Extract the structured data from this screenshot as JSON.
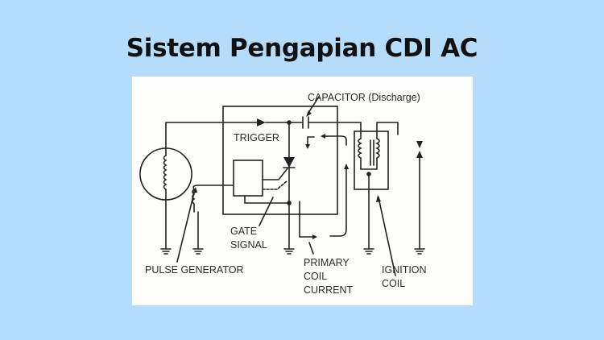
{
  "title": "Sistem Pengapian CDI AC",
  "diagram": {
    "labels": {
      "capacitor": "CAPACITOR (Discharge)",
      "trigger": "TRIGGER",
      "gate_line1": "GATE",
      "gate_line2": "SIGNAL",
      "pulse_generator": "PULSE GENERATOR",
      "primary_line1": "PRIMARY",
      "primary_line2": "COIL",
      "primary_line3": "CURRENT",
      "ignition_line1": "IGNITION",
      "ignition_line2": "COIL"
    },
    "components": [
      "alternator-coil",
      "pulse-generator-coil",
      "trigger-module",
      "thyristor-scr",
      "capacitor",
      "ignition-coil",
      "spark-gap",
      "ground-symbols"
    ]
  },
  "colors": {
    "background": "#b6dcfb",
    "panel": "#fdfdfb",
    "ink": "#222222"
  }
}
